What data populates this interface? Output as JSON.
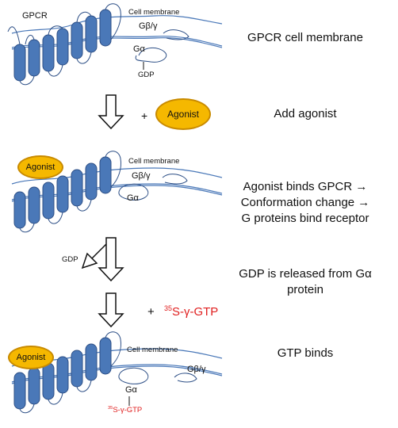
{
  "labels": {
    "gpcr": "GPCR",
    "cell_membrane": "Cell membrane",
    "gbg": "Gβ/γ",
    "ga": "Gα",
    "gdp": "GDP",
    "agonist": "Agonist",
    "plus": "+",
    "gtp_mass": "35",
    "gtp_name": "S-γ-GTP"
  },
  "steps": {
    "s1": "GPCR cell membrane",
    "s2": "Add agonist",
    "s3_l1": "Agonist binds GPCR →",
    "s3_l2": "Conformation change →",
    "s3_l3": "G proteins bind receptor",
    "s4_l1": "GDP is released from Gα",
    "s4_l2": "protein",
    "s5": "GTP binds"
  },
  "colors": {
    "helix_fill": "#4a78b8",
    "helix_stroke": "#2d4f86",
    "membrane": "#4a78b8",
    "agonist_fill": "#f5b800",
    "red": "#e02020"
  }
}
